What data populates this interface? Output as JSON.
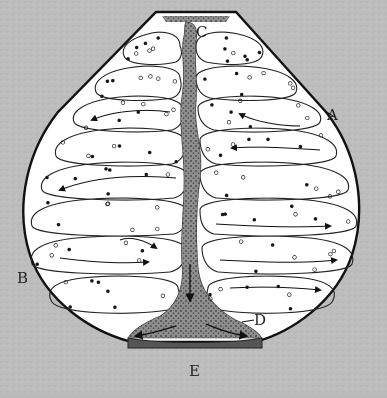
{
  "labels": {
    "a": "A",
    "b": "B",
    "c": "C",
    "d": "D",
    "e": "E"
  },
  "colors": {
    "background": "#b9b9b9",
    "flask_fill": "#ffffff",
    "outline": "#111111",
    "channel": "#7c7c7c",
    "base": "#555555"
  }
}
